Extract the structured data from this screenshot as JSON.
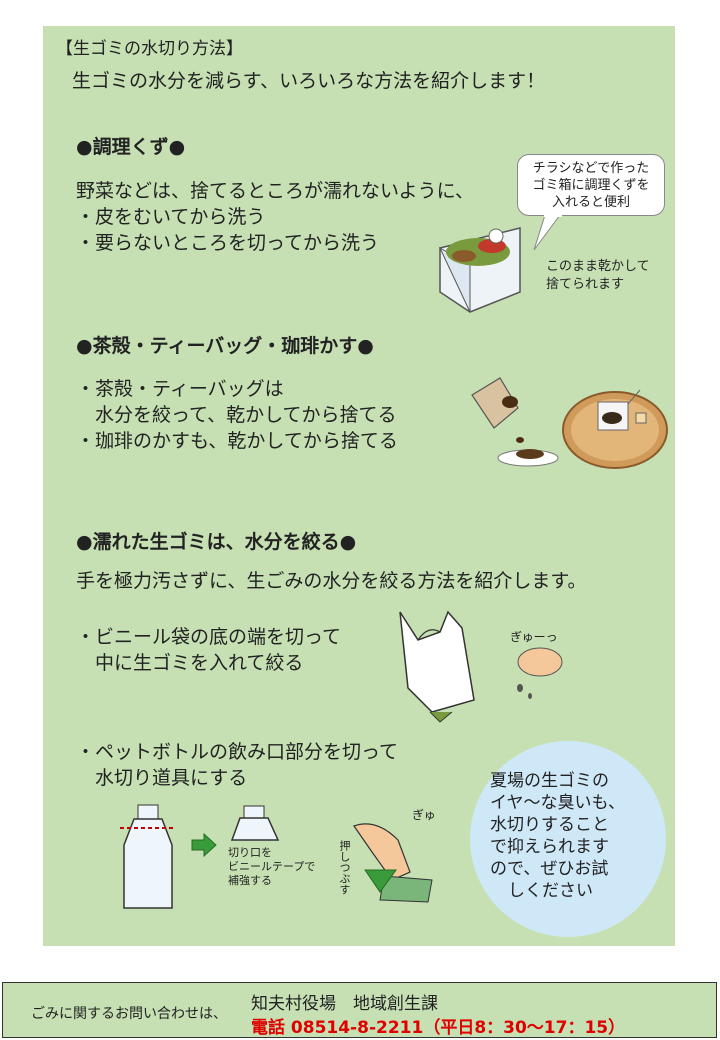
{
  "header": {
    "title": "【生ゴミの水切り方法】",
    "intro": "生ゴミの水分を減らす、いろいろな方法を紹介します！"
  },
  "section1": {
    "heading": "●調理くず●",
    "text": "野菜などは、捨てるところが濡れないように、",
    "bullets": [
      "・皮をむいてから洗う",
      "・要らないところを切ってから洗う"
    ],
    "bubble": [
      "チラシなどで作った",
      "ゴミ箱に調理くずを",
      "入れると便利"
    ],
    "note": [
      "このまま乾かして",
      "捨てられます"
    ]
  },
  "section2": {
    "heading": "●茶殻・ティーバッグ・珈琲かす●",
    "bullets": [
      "・茶殻・ティーバッグは",
      "　水分を絞って、乾かしてから捨てる",
      "・珈琲のかすも、乾かしてから捨てる"
    ]
  },
  "section3": {
    "heading": "●濡れた生ゴミは、水分を絞る●",
    "intro": "手を極力汚さずに、生ごみの水分を絞る方法を紹介します。",
    "bullet1": [
      "・ビニール袋の底の端を切って",
      "　中に生ゴミを入れて絞る"
    ],
    "bullet2": [
      "・ペットボトルの飲み口部分を切って",
      "　水切り道具にする"
    ],
    "sfx": "ぎゅーっ",
    "sfx2": "ぎゅ",
    "bottle_note": [
      "切り口を",
      "ビニールテープで",
      "補強する"
    ],
    "push_note": "押しつぶす"
  },
  "tip": [
    "夏場の生ゴミの",
    "イヤ〜な臭いも、",
    "水切りすること",
    "で抑えられます",
    "ので、ぜひお試",
    "しください"
  ],
  "footer": {
    "inquiry": "ごみに関するお問い合わせは、",
    "office": "知夫村役場　地域創生課",
    "phone": "電話 08514-8-2211（平日8：30〜17：15）"
  }
}
